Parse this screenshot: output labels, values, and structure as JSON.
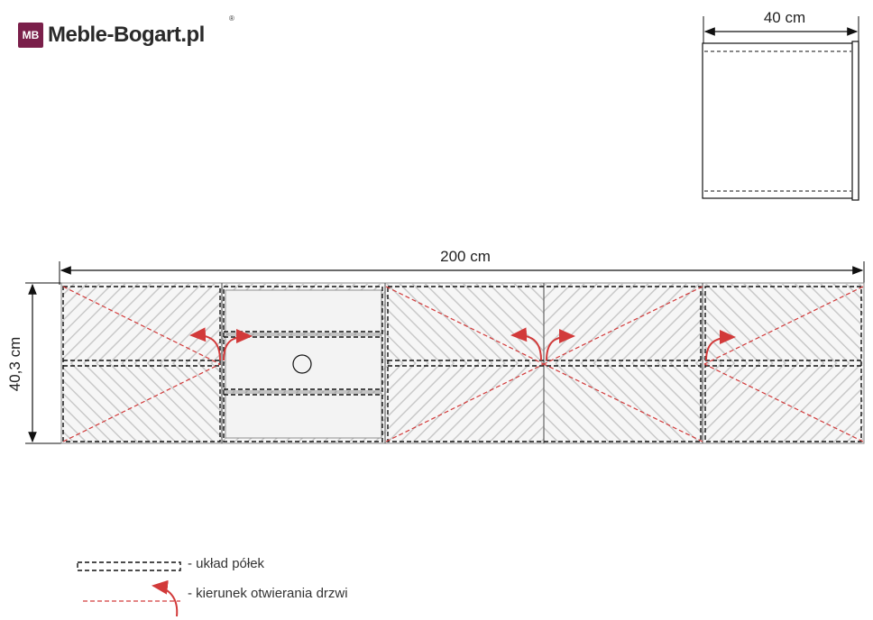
{
  "brand": {
    "name": "Meble-Bogart.pl",
    "badge": "MB",
    "registered": "®",
    "color": "#7a1f4a"
  },
  "dimensions": {
    "side_width": "40 cm",
    "total_width": "200 cm",
    "height": "40,3 cm"
  },
  "legend": {
    "shelves": "- układ półek",
    "door_direction": "- kierunek otwierania drzwi"
  },
  "colors": {
    "dimension_line": "#111111",
    "shelf_dash": "#111111",
    "door_arrow": "#d23a3a",
    "panel_pattern": "#c8c8c8",
    "panel_fill": "#f4f4f4"
  }
}
